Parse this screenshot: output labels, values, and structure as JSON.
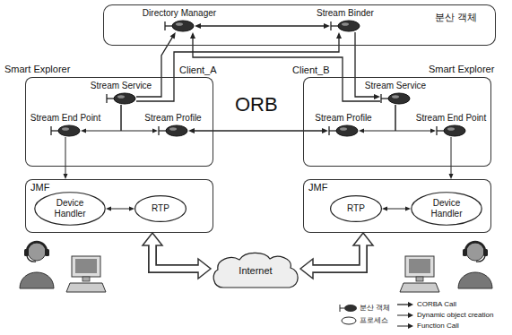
{
  "diagram": {
    "nodes": [
      {
        "text": [
          "분산 객체"
        ]
      },
      {
        "text": [
          "Directory Manager"
        ],
        "in": 0
      },
      {
        "text": [
          "Stream Binder"
        ],
        "in": 0
      },
      {
        "text": [
          "Smart Explorer",
          "Client_A"
        ]
      },
      {
        "text": [
          "Stream Service"
        ],
        "in": 3
      },
      {
        "text": [
          "Stream End Point"
        ],
        "in": 3
      },
      {
        "text": [
          "Stream Profile"
        ],
        "in": 3
      },
      {
        "text": [
          "Client_B",
          "Smart Explorer"
        ]
      },
      {
        "text": [
          "Stream Service"
        ],
        "in": 7
      },
      {
        "text": [
          "Stream Profile"
        ],
        "in": 7
      },
      {
        "text": [
          "Stream End Point"
        ],
        "in": 7
      },
      {
        "text": [
          "JMF"
        ]
      },
      {
        "text": [
          "Device Handler"
        ],
        "in": 11
      },
      {
        "text": [
          "RTP"
        ],
        "in": 11
      },
      {
        "text": [
          "JMF"
        ]
      },
      {
        "text": [
          "RTP"
        ],
        "in": 14
      },
      {
        "text": [
          "Device Handler"
        ],
        "in": 14
      },
      {
        "text": [
          "Internet"
        ]
      }
    ],
    "edges": [
      {
        "from": 1,
        "to": 2,
        "arrow": "both"
      },
      {
        "from": 4,
        "to": 1,
        "arrow": "to"
      },
      {
        "from": 4,
        "to": 2,
        "arrow": "to"
      },
      {
        "from": 8,
        "to": 1,
        "arrow": "to"
      },
      {
        "from": 2,
        "to": 8,
        "arrow": "to"
      },
      {
        "from": 4,
        "to": 5,
        "arrow": "to"
      },
      {
        "from": 4,
        "to": 6,
        "arrow": "to"
      },
      {
        "from": 8,
        "to": 9,
        "arrow": "to"
      },
      {
        "from": 8,
        "to": 10,
        "arrow": "to"
      },
      {
        "from": 6,
        "to": 9,
        "arrow": "both"
      },
      {
        "from": 5,
        "to": 11,
        "arrow": "to"
      },
      {
        "from": 10,
        "to": 14,
        "arrow": "to"
      },
      {
        "from": 12,
        "to": 13,
        "arrow": "both"
      },
      {
        "from": 15,
        "to": 16,
        "arrow": "both"
      },
      {
        "from": 11,
        "to": 17,
        "arrow": "both"
      },
      {
        "from": 14,
        "to": 17,
        "arrow": "both"
      }
    ],
    "labels": [
      "ORB"
    ],
    "legend": [
      {
        "text": "분산 객체"
      },
      {
        "text": "프로세스"
      },
      {
        "text": "CORBA Call"
      },
      {
        "text": "Dynamic object creation"
      },
      {
        "text": "Function Call"
      }
    ]
  }
}
